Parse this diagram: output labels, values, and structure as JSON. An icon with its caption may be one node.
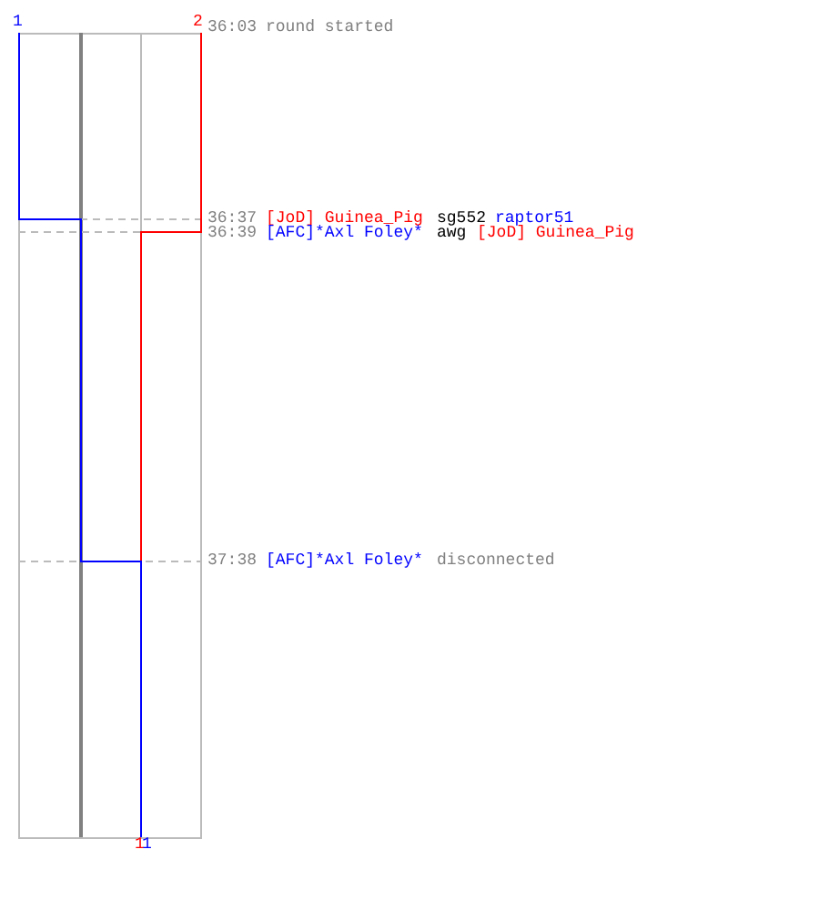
{
  "diagram": {
    "labels": [
      "1",
      "2",
      "36:03",
      "round started",
      "36:37",
      "[JoD] Guinea_Pig",
      "sg552",
      "raptor51",
      "36:39",
      "[AFC]*Axl Foley*",
      "awg",
      "[JoD] Guinea_Pig",
      "37:38",
      "[AFC]*Axl Foley*",
      "disconnected",
      "1",
      "1"
    ]
  }
}
